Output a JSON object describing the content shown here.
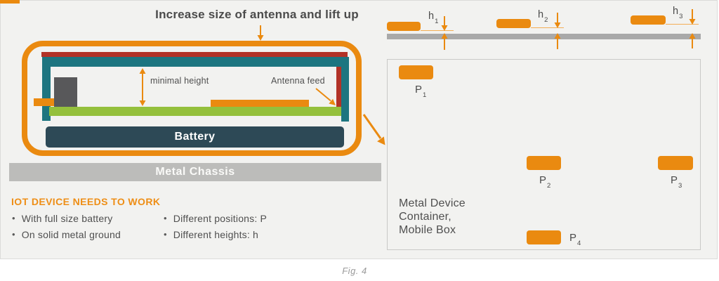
{
  "title": "Increase size of antenna and lift up",
  "caption": "Fig. 4",
  "device": {
    "battery": "Battery",
    "chassis": "Metal Chassis",
    "minimal_height": "minimal height",
    "antenna_feed": "Antenna feed"
  },
  "requirements": {
    "heading": "IOT DEVICE NEEDS TO WORK",
    "bullet": "•",
    "col1": [
      "With full size battery",
      "On solid metal ground"
    ],
    "col2": [
      "Different positions: P",
      "Different heights: h"
    ]
  },
  "heights": [
    {
      "base": "h",
      "sub": "1"
    },
    {
      "base": "h",
      "sub": "2"
    },
    {
      "base": "h",
      "sub": "3"
    }
  ],
  "positions": [
    {
      "base": "P",
      "sub": "1"
    },
    {
      "base": "P",
      "sub": "2"
    },
    {
      "base": "P",
      "sub": "3"
    },
    {
      "base": "P",
      "sub": "4"
    }
  ],
  "container_label": [
    "Metal Device",
    "Container,",
    "Mobile Box"
  ],
  "colors": {
    "orange": "#EA8A10",
    "teal": "#1D7580",
    "red": "#B23227",
    "green": "#94C03C",
    "slate": "#2D4956",
    "chassis_gray": "#BCBCBA",
    "ground_gray": "#A9A9A9",
    "background": "#F2F2F0"
  }
}
